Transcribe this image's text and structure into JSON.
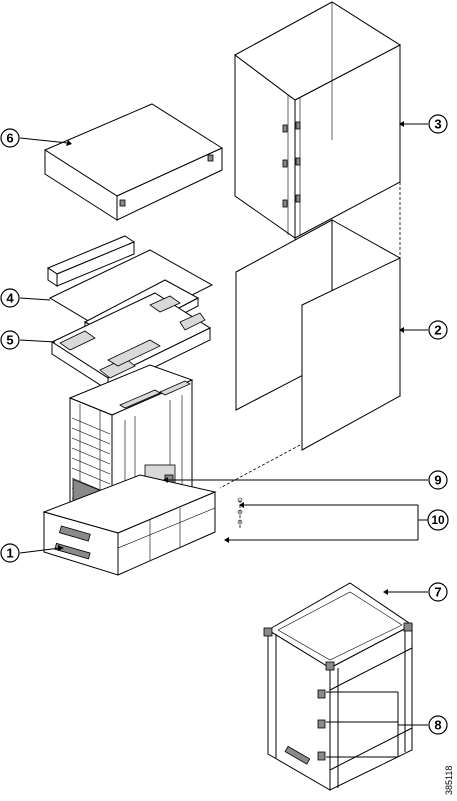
{
  "callouts": [
    {
      "id": "c1",
      "label": "1"
    },
    {
      "id": "c2",
      "label": "2"
    },
    {
      "id": "c3",
      "label": "3"
    },
    {
      "id": "c4",
      "label": "4"
    },
    {
      "id": "c5",
      "label": "5"
    },
    {
      "id": "c6",
      "label": "6"
    },
    {
      "id": "c7",
      "label": "7"
    },
    {
      "id": "c8",
      "label": "8"
    },
    {
      "id": "c9",
      "label": "9"
    },
    {
      "id": "c10",
      "label": "10"
    }
  ],
  "figure_id": "385118"
}
